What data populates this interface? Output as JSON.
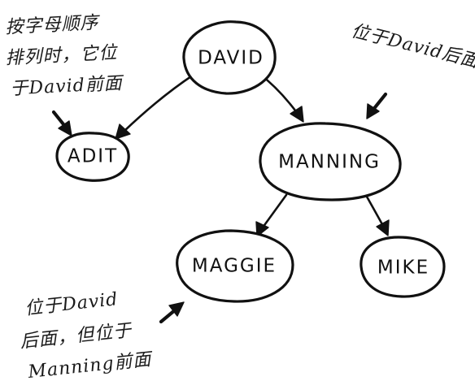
{
  "diagram": {
    "nodes": {
      "david": "DAVID",
      "adit": "ADIT",
      "manning": "MANNING",
      "maggie": "MAGGIE",
      "mike": "MIKE"
    },
    "annotations": {
      "top_left": [
        "按字母顺序",
        "排列时，它位",
        "于David前面"
      ],
      "top_right": [
        "位于David后面"
      ],
      "bottom_left": [
        "位于David",
        "后面，但位于",
        "Manning前面"
      ]
    },
    "colors": {
      "ink": "#111111",
      "background": "#ffffff"
    }
  }
}
